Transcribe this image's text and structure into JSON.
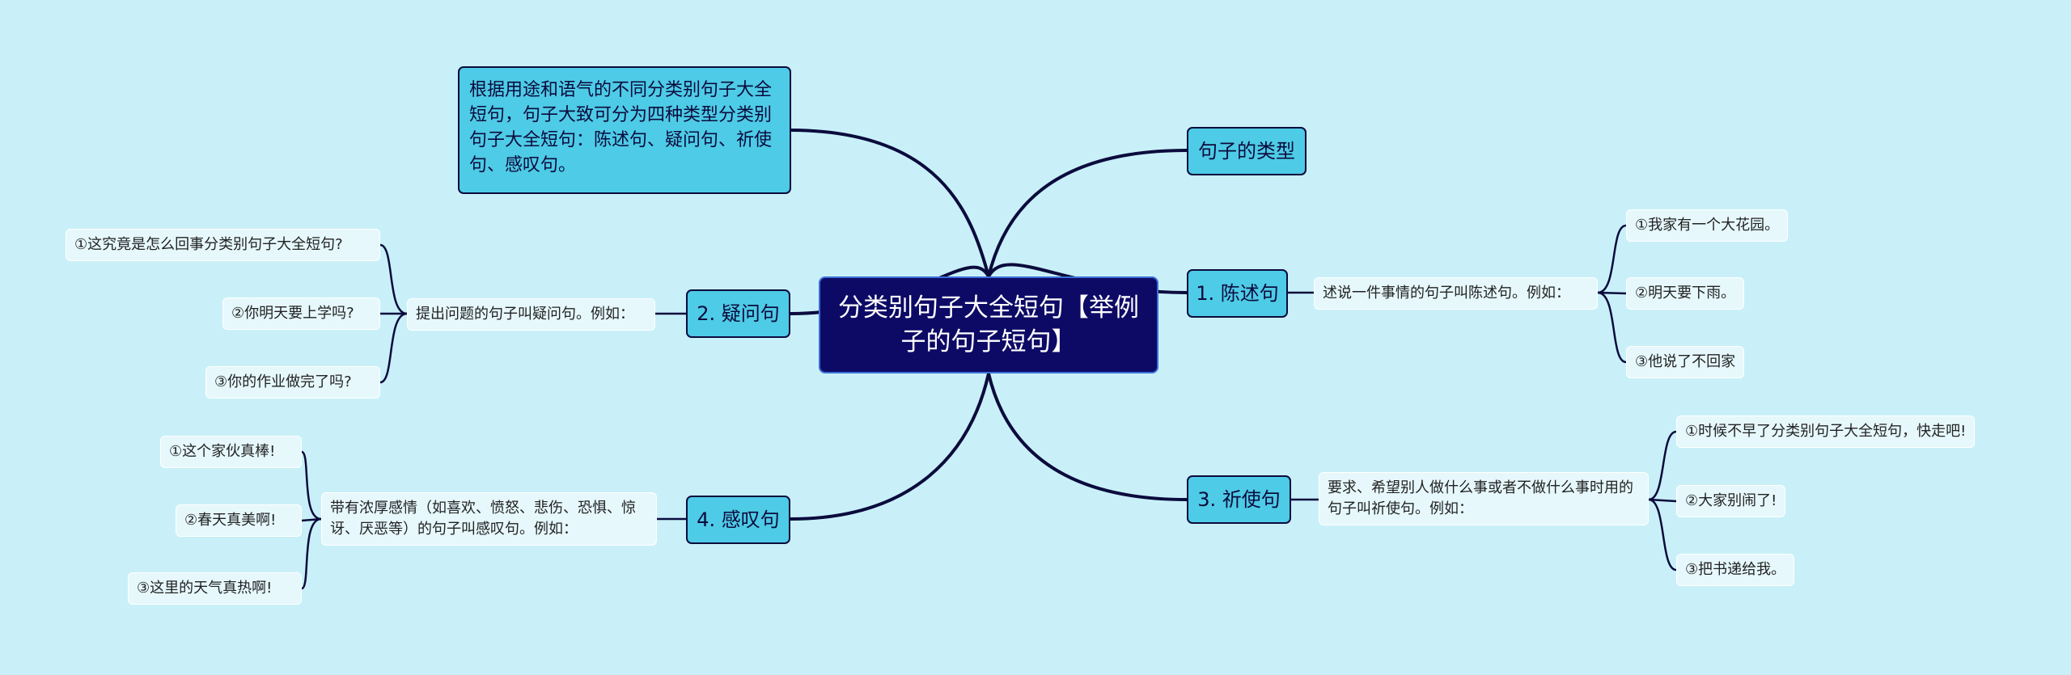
{
  "root": {
    "title": "分类别句子大全短句【举例子的句子短句】"
  },
  "description": {
    "text": "根据用途和语气的不同分类别句子大全短句，句子大致可分为四种类型分类别句子大全短句：陈述句、疑问句、祈使句、感叹句。"
  },
  "branches": {
    "types": {
      "label": "句子的类型"
    },
    "declarative": {
      "label": "1. 陈述句",
      "definition": "述说一件事情的句子叫陈述句。例如：",
      "examples": [
        "①我家有一个大花园。",
        "②明天要下雨。",
        "③他说了不回家"
      ]
    },
    "interrogative": {
      "label": "2. 疑问句",
      "definition": "提出问题的句子叫疑问句。例如：",
      "examples": [
        "①这究竟是怎么回事分类别句子大全短句?",
        "②你明天要上学吗?",
        "③你的作业做完了吗?"
      ]
    },
    "imperative": {
      "label": "3. 祈使句",
      "definition": "要求、希望别人做什么事或者不做什么事时用的句子叫祈使句。例如：",
      "examples": [
        "①时候不早了分类别句子大全短句，快走吧!",
        "②大家别闹了!",
        "③把书递给我。"
      ]
    },
    "exclamatory": {
      "label": "4. 感叹句",
      "definition": "带有浓厚感情（如喜欢、愤怒、悲伤、恐惧、惊讶、厌恶等）的句子叫感叹句。例如：",
      "examples": [
        "①这个家伙真棒!",
        "②春天真美啊!",
        "③这里的天气真热啊!"
      ]
    }
  },
  "colors": {
    "background": "#c9f0f8",
    "root_fill": "#0d0a66",
    "node_fill": "#4ecbe6",
    "line": "#0b0b3d"
  }
}
